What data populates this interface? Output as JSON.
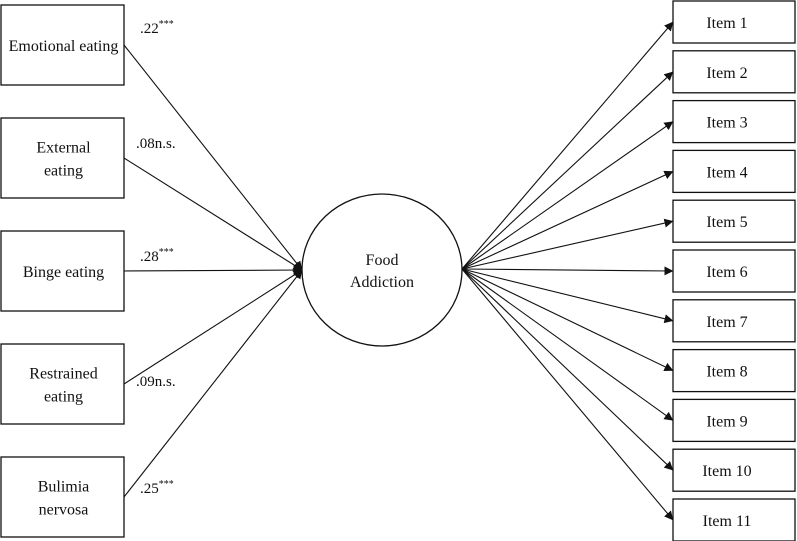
{
  "diagram": {
    "center": {
      "line1": "Food",
      "line2": "Addiction"
    },
    "predictors": [
      {
        "lines": [
          "Emotional eating"
        ],
        "coef": ".22",
        "sig": "***"
      },
      {
        "lines": [
          "External",
          "eating"
        ],
        "coef": ".08n.s.",
        "sig": ""
      },
      {
        "lines": [
          "Binge eating"
        ],
        "coef": ".28",
        "sig": "***"
      },
      {
        "lines": [
          "Restrained",
          "eating"
        ],
        "coef": ".09n.s.",
        "sig": ""
      },
      {
        "lines": [
          "Bulimia",
          "nervosa"
        ],
        "coef": ".25",
        "sig": "***"
      }
    ],
    "items": [
      "Item 1",
      "Item 2",
      "Item 3",
      "Item 4",
      "Item 5",
      "Item 6",
      "Item 7",
      "Item 8",
      "Item 9",
      "Item 10",
      "Item 11"
    ]
  }
}
